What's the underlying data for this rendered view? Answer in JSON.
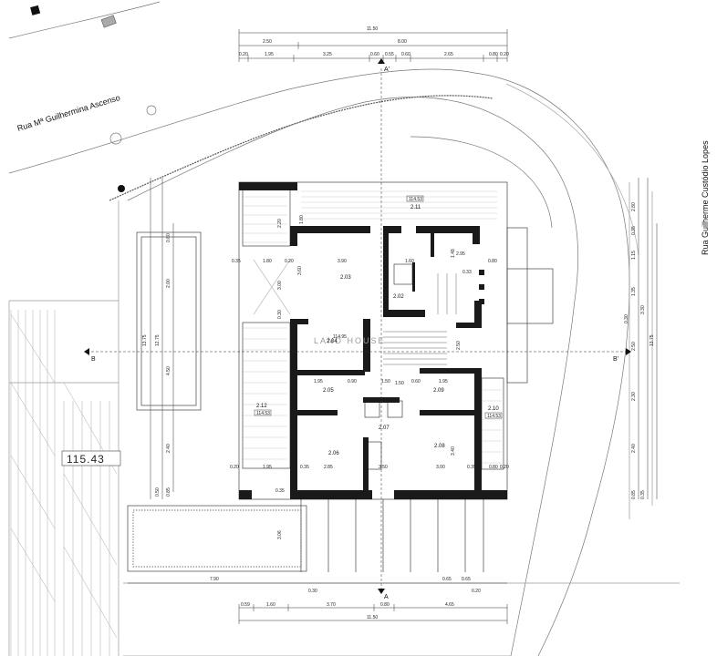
{
  "streets": {
    "north_west": "Rua Mª Guilhermina Ascenso",
    "east": "Rua Guilherme Custódio Lopes"
  },
  "plot_level": "115.43",
  "section_marks": {
    "a_top": "A'",
    "a_bottom": "A",
    "b_left": "B",
    "b_right": "B'"
  },
  "watermark": "LAND HOUSE",
  "rooms": {
    "r203": "2.03",
    "r202": "2.02",
    "r211": "2.11",
    "r211_level": "114.53",
    "r204": "2.04",
    "r204_level": "114.95",
    "r205": "2.05",
    "r209": "2.09",
    "r207": "2.07",
    "r206": "2.06",
    "r208": "2.08",
    "r210": "2.10",
    "r210_level": "114.53",
    "r212": "2.12",
    "r212_level": "114.53"
  },
  "top_dims": {
    "total": "11.50",
    "left": "2.50",
    "right": "8.00",
    "d1": "0.20",
    "d2": "1.95",
    "d3": "3.25",
    "d4": "0.60",
    "d5": "0.55",
    "d6": "0.60",
    "d7": "2.65",
    "d8": "0.80",
    "d9": "0.20"
  },
  "bottom_dims": {
    "b1": "0.59",
    "b2": "1.60",
    "b3": "3.70",
    "b4": "0.80",
    "b5": "4.65",
    "total": "11.50",
    "c1": "7.90",
    "c2": "0.30",
    "c3": "0.65",
    "c4": "0.65",
    "c5": "0.20"
  },
  "left_dims": {
    "l1": "13.75",
    "l2": "12.75",
    "l3": "0.80",
    "l4": "2.00",
    "l5": "4.50",
    "l6": "2.40",
    "l7": "0.50",
    "l8": "0.85",
    "l9": "0.35"
  },
  "right_dims": {
    "r1": "2.80",
    "r2": "0.35",
    "r3": "1.15",
    "r4": "1.35",
    "r5": "3.30",
    "r6": "2.50",
    "r7": "13.75",
    "r8": "2.30",
    "r9": "2.40",
    "r10": "0.85",
    "r11": "0.35",
    "r12": "0.30"
  },
  "inner_dims": {
    "a": "3.90",
    "b": "1.60",
    "c": "1.95",
    "d": "0.90",
    "e": "1.50",
    "f": "0.60",
    "g": "1.95",
    "h": "1.80",
    "i": "0.20",
    "j": "0.80",
    "k": "0.33",
    "l": "3.60",
    "m": "3.00",
    "n": "2.85",
    "o": "0.35",
    "p": "3.50",
    "q": "3.00",
    "r": "0.35",
    "s": "0.80",
    "t": "0.20",
    "u": "1.95",
    "v": "0.20",
    "w": "0.35",
    "x": "1.80",
    "y": "2.20",
    "z": "0.30",
    "aa": "2.95",
    "bb": "3.40",
    "cc": "1.50",
    "dd": "3.06",
    "ee": "1.48",
    "ff": "2.50"
  }
}
